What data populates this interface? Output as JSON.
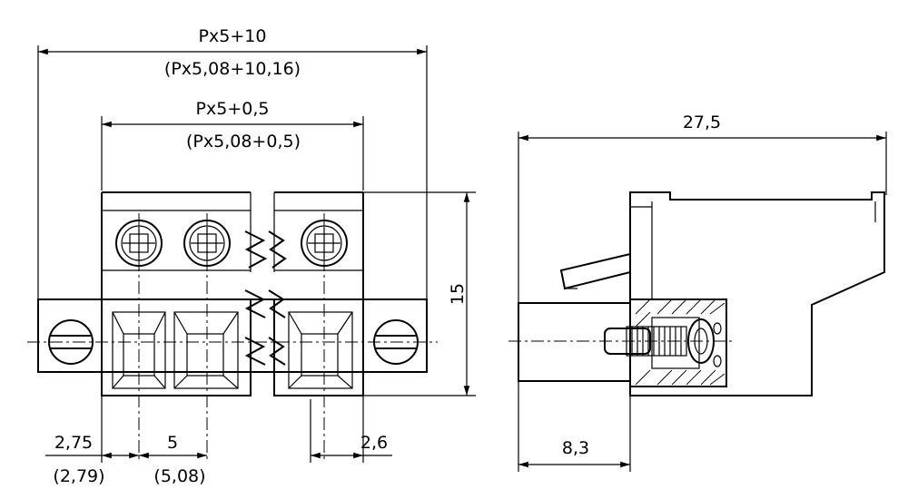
{
  "diagram": {
    "front_view": {
      "overall_width": "Px5+10",
      "overall_width_alt": "(Px5,08+10,16)",
      "inner_width": "Px5+0,5",
      "inner_width_alt": "(Px5,08+0,5)",
      "height": "15",
      "left_offset": "2,75",
      "left_offset_alt": "(2,79)",
      "pitch": "5",
      "pitch_alt": "(5,08)",
      "right_offset": "2,6"
    },
    "side_view": {
      "depth": "27,5",
      "front_depth": "8,3"
    }
  }
}
